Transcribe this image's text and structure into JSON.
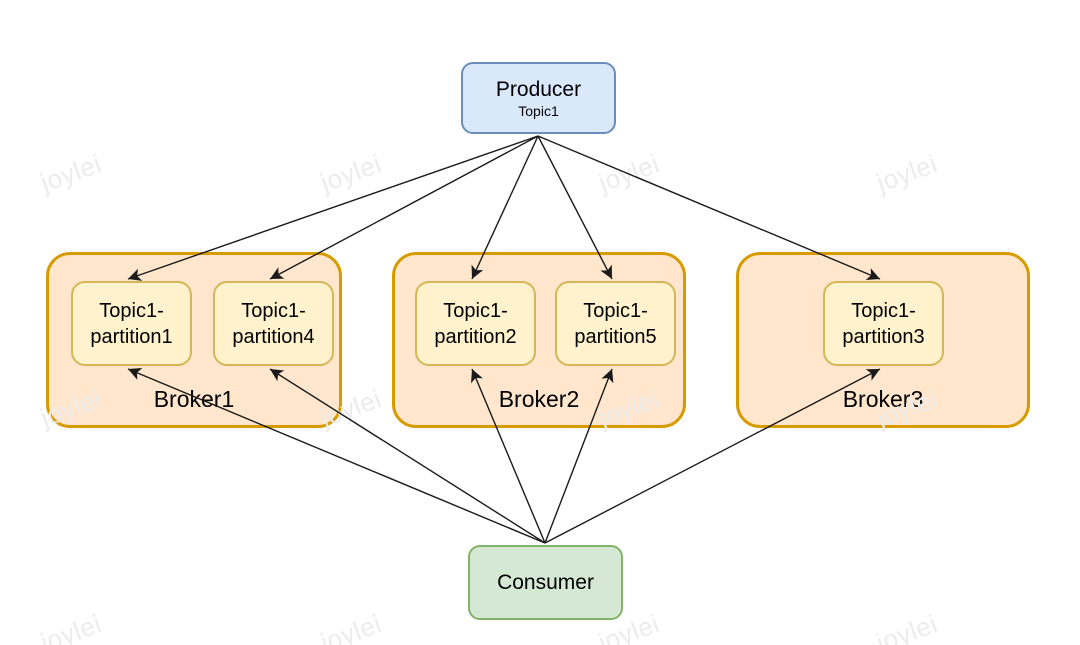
{
  "producer": {
    "title": "Producer",
    "subtitle": "Topic1"
  },
  "consumer": {
    "title": "Consumer"
  },
  "brokers": [
    {
      "label": "Broker1",
      "partitions": [
        {
          "line1": "Topic1-",
          "line2": "partition1"
        },
        {
          "line1": "Topic1-",
          "line2": "partition4"
        }
      ]
    },
    {
      "label": "Broker2",
      "partitions": [
        {
          "line1": "Topic1-",
          "line2": "partition2"
        },
        {
          "line1": "Topic1-",
          "line2": "partition5"
        }
      ]
    },
    {
      "label": "Broker3",
      "partitions": [
        {
          "line1": "Topic1-",
          "line2": "partition3"
        }
      ]
    }
  ],
  "edges": [
    {
      "from": "Producer",
      "to": "Topic1-partition1"
    },
    {
      "from": "Producer",
      "to": "Topic1-partition4"
    },
    {
      "from": "Producer",
      "to": "Topic1-partition2"
    },
    {
      "from": "Producer",
      "to": "Topic1-partition5"
    },
    {
      "from": "Producer",
      "to": "Topic1-partition3"
    },
    {
      "from": "Consumer",
      "to": "Topic1-partition1"
    },
    {
      "from": "Consumer",
      "to": "Topic1-partition4"
    },
    {
      "from": "Consumer",
      "to": "Topic1-partition2"
    },
    {
      "from": "Consumer",
      "to": "Topic1-partition5"
    },
    {
      "from": "Consumer",
      "to": "Topic1-partition3"
    }
  ],
  "watermark": {
    "text": "joylei"
  },
  "colors": {
    "producer_fill": "#dae8fc",
    "producer_border": "#6c8ebf",
    "broker_fill": "#ffe6cc",
    "broker_border": "#d79b00",
    "partition_fill": "#fff2cc",
    "partition_border": "#d6b656",
    "consumer_fill": "#d5e8d4",
    "consumer_border": "#82b366",
    "arrow": "#1a1a1a",
    "watermark_text": "#ececec"
  }
}
